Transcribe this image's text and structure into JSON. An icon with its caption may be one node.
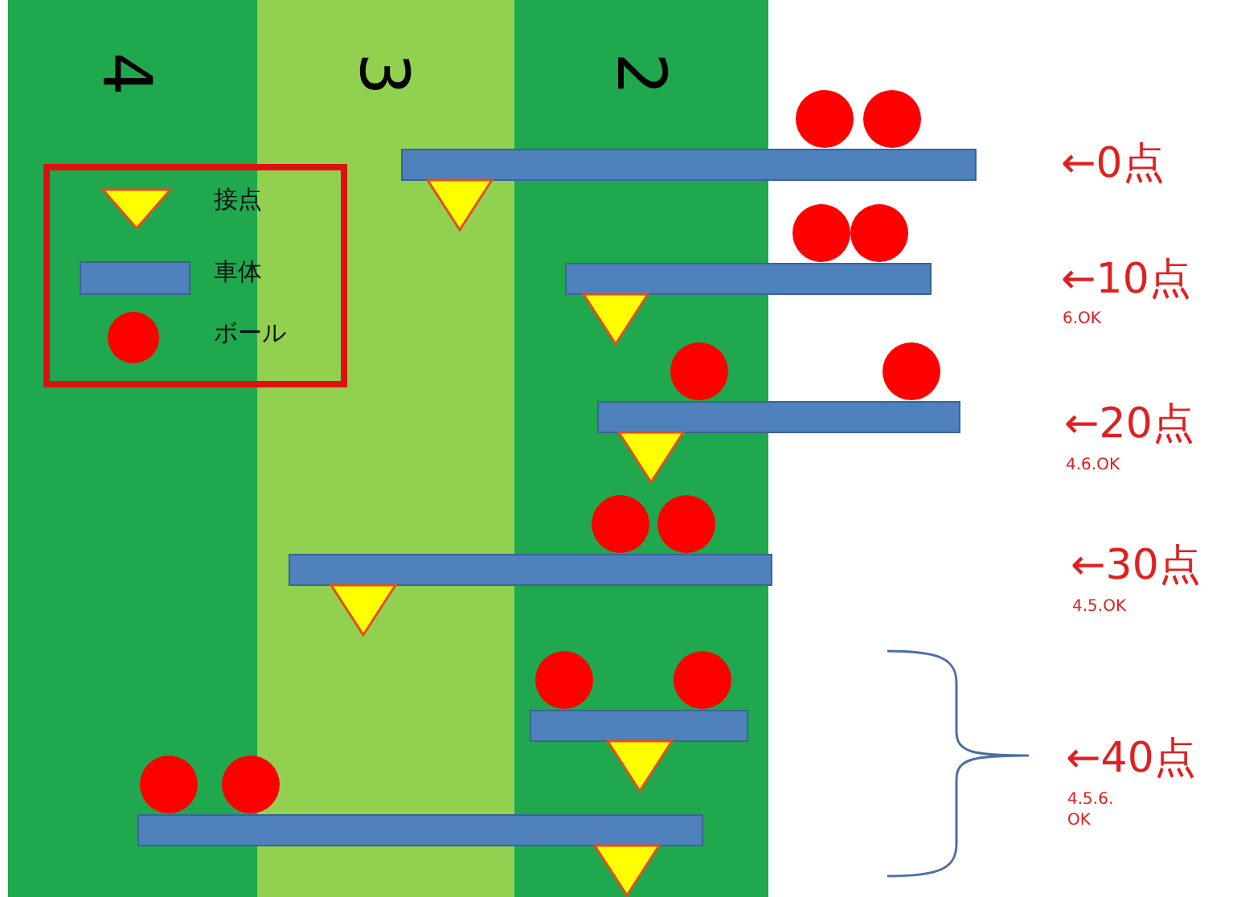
{
  "diagram": {
    "labels": [
      "4",
      "3",
      "2",
      "←0点",
      "←10点",
      "6.OK",
      "←20点",
      "4.6.OK",
      "←30点",
      "4.5.OK",
      "←40点",
      "4.5.6. OK"
    ],
    "legend": [
      {
        "text": "接点"
      },
      {
        "text": "車体"
      },
      {
        "text": "ボール"
      }
    ]
  }
}
